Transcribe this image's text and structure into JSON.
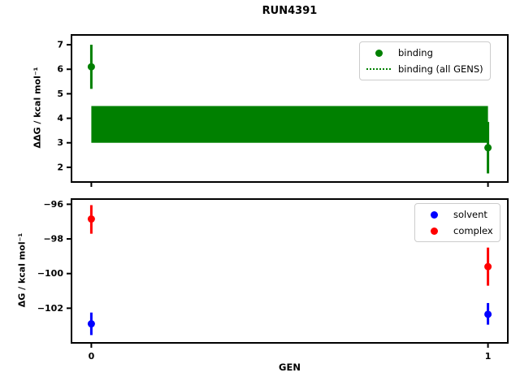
{
  "title": "RUN4391",
  "xlabel": "GEN",
  "colors": {
    "binding": "#008000",
    "solvent": "#0000ff",
    "complex": "#ff0000",
    "axis": "#000000",
    "legend_border": "#cccccc"
  },
  "chart_data": [
    {
      "type": "errorbar",
      "position": "top",
      "ylabel": "ΔΔG / kcal mol⁻¹",
      "xlim": [
        -0.05,
        1.05
      ],
      "ylim": [
        1.4,
        7.4
      ],
      "yticks": [
        2,
        3,
        4,
        5,
        6,
        7
      ],
      "xticks": [
        0,
        1
      ],
      "show_xticklabels": false,
      "grid": false,
      "legend_position": "upper right",
      "series": [
        {
          "name": "binding",
          "type": "errorbar",
          "marker": "circle",
          "color": "#008000",
          "x": [
            0,
            1
          ],
          "y": [
            6.1,
            2.8
          ],
          "y_lo": [
            5.2,
            1.75
          ],
          "y_hi": [
            7.0,
            3.85
          ]
        },
        {
          "name": "binding (all GENS)",
          "type": "band",
          "linestyle": "dotted",
          "color": "#008000",
          "x": [
            0,
            1
          ],
          "band_lo": 3.0,
          "band_hi": 4.5
        }
      ],
      "legend": [
        {
          "label": "binding",
          "marker": "circle",
          "color": "#008000"
        },
        {
          "label": "binding (all GENS)",
          "marker": "dotted-line",
          "color": "#008000"
        }
      ]
    },
    {
      "type": "errorbar",
      "position": "bottom",
      "ylabel": "ΔG / kcal mol⁻¹",
      "xlim": [
        -0.05,
        1.05
      ],
      "ylim": [
        -104.0,
        -95.7
      ],
      "yticks": [
        -96,
        -98,
        -100,
        -102
      ],
      "xticks": [
        0,
        1
      ],
      "show_xticklabels": true,
      "grid": false,
      "legend_position": "upper right",
      "series": [
        {
          "name": "solvent",
          "type": "errorbar",
          "marker": "circle",
          "color": "#0000ff",
          "x": [
            0,
            1
          ],
          "y": [
            -102.9,
            -102.35
          ],
          "y_lo": [
            -103.55,
            -102.95
          ],
          "y_hi": [
            -102.25,
            -101.7
          ]
        },
        {
          "name": "complex",
          "type": "errorbar",
          "marker": "circle",
          "color": "#ff0000",
          "x": [
            0,
            1
          ],
          "y": [
            -96.85,
            -99.6
          ],
          "y_lo": [
            -97.7,
            -100.7
          ],
          "y_hi": [
            -96.05,
            -98.5
          ]
        }
      ],
      "legend": [
        {
          "label": "solvent",
          "marker": "circle",
          "color": "#0000ff"
        },
        {
          "label": "complex",
          "marker": "circle",
          "color": "#ff0000"
        }
      ]
    }
  ]
}
